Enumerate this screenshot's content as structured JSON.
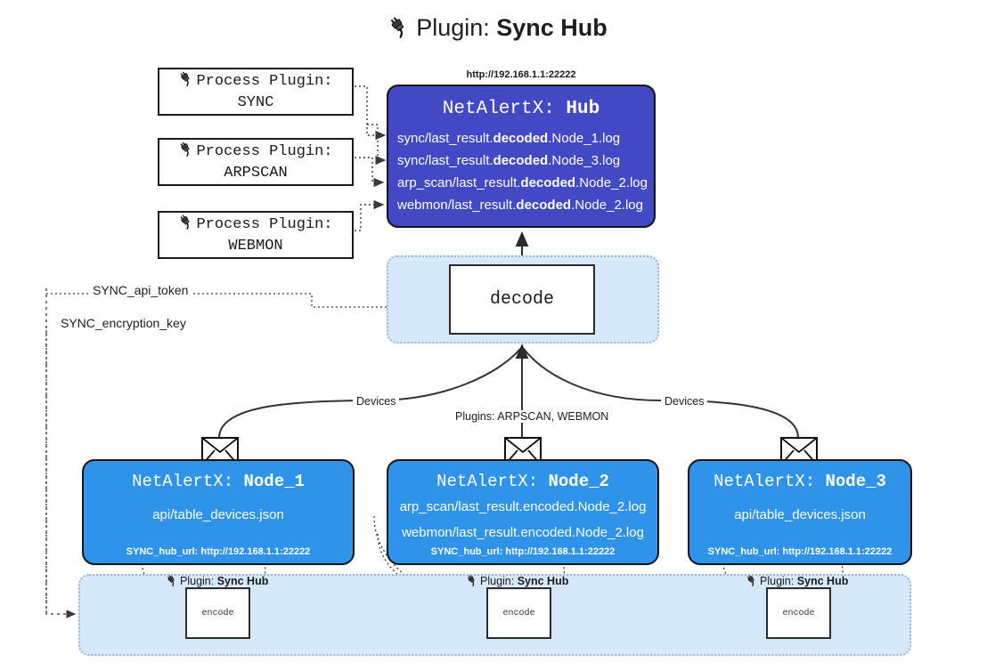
{
  "title": {
    "icon": "plug-icon",
    "prefix": "Plugin: ",
    "name": "Sync Hub"
  },
  "process_plugins": [
    {
      "icon": "plug-icon",
      "line1": "Process Plugin:",
      "line2": "SYNC"
    },
    {
      "icon": "plug-icon",
      "line1": "Process Plugin:",
      "line2": "ARPSCAN"
    },
    {
      "icon": "plug-icon",
      "line1": "Process Plugin:",
      "line2": "WEBMON"
    }
  ],
  "hub": {
    "url": "http://192.168.1.1:22222",
    "title_prefix": "NetAlertX: ",
    "title_name": "Hub",
    "logs": [
      {
        "pre": "sync/last_result.",
        "em": "decoded",
        "post": ".Node_1.log"
      },
      {
        "pre": "sync/last_result.",
        "em": "decoded",
        "post": ".Node_3.log"
      },
      {
        "pre": "arp_scan/last_result.",
        "em": "decoded",
        "post": ".Node_2.log"
      },
      {
        "pre": "webmon/last_result.",
        "em": "decoded",
        "post": ".Node_2.log"
      }
    ]
  },
  "decode": {
    "label": "decode"
  },
  "keys": {
    "api_token": "SYNC_api_token",
    "encryption_key": "SYNC_encryption_key"
  },
  "edge_labels": {
    "devices_left": "Devices",
    "devices_right": "Devices",
    "plugins_center": "Plugins: ARPSCAN, WEBMON"
  },
  "nodes": [
    {
      "title_prefix": "NetAlertX: ",
      "title_name": "Node_1",
      "lines": [
        "api/table_devices.json"
      ],
      "footer": "SYNC_hub_url: http://192.168.1.1:22222",
      "icon": "envelope-icon"
    },
    {
      "title_prefix": "NetAlertX: ",
      "title_name": "Node_2",
      "lines": [
        "arp_scan/last_result.encoded.Node_2.log",
        "webmon/last_result.encoded.Node_2.log"
      ],
      "footer": "SYNC_hub_url: http://192.168.1.1:22222",
      "icon": "envelope-icon"
    },
    {
      "title_prefix": "NetAlertX: ",
      "title_name": "Node_3",
      "lines": [
        "api/table_devices.json"
      ],
      "footer": "SYNC_hub_url: http://192.168.1.1:22222",
      "icon": "envelope-icon"
    }
  ],
  "encoders": [
    {
      "icon": "plug-icon",
      "prefix": "Plugin: ",
      "name": "Sync Hub",
      "box_label": "encode"
    },
    {
      "icon": "plug-icon",
      "prefix": "Plugin: ",
      "name": "Sync Hub",
      "box_label": "encode"
    },
    {
      "icon": "plug-icon",
      "prefix": "Plugin: ",
      "name": "Sync Hub",
      "box_label": "encode"
    }
  ],
  "colors": {
    "hub_fill": "#4349c4",
    "node_fill": "#2f93ea",
    "band_fill": "#d6e9fb",
    "stroke": "#141414"
  }
}
